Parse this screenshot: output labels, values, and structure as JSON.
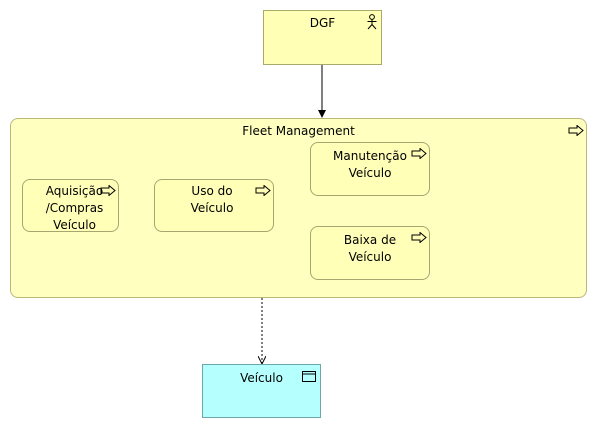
{
  "nodes": {
    "actor": {
      "label": "DGF",
      "icon": "actor-icon"
    },
    "container": {
      "label": "Fleet Management",
      "icon": "process-arrow-icon"
    },
    "acquisition": {
      "label": "Aquisição\n/Compras\nVeículo",
      "icon": "process-arrow-icon"
    },
    "usage": {
      "label": "Uso do\nVeículo",
      "icon": "process-arrow-icon"
    },
    "maintenance": {
      "label": "Manutenção\nVeículo",
      "icon": "process-arrow-icon"
    },
    "disposal": {
      "label": "Baixa de\nVeículo",
      "icon": "process-arrow-icon"
    },
    "vehicle": {
      "label": "Veículo",
      "icon": "application-component-icon"
    }
  },
  "colors": {
    "business": "#ffffb5",
    "application": "#b5ffff",
    "line": "#000000"
  }
}
